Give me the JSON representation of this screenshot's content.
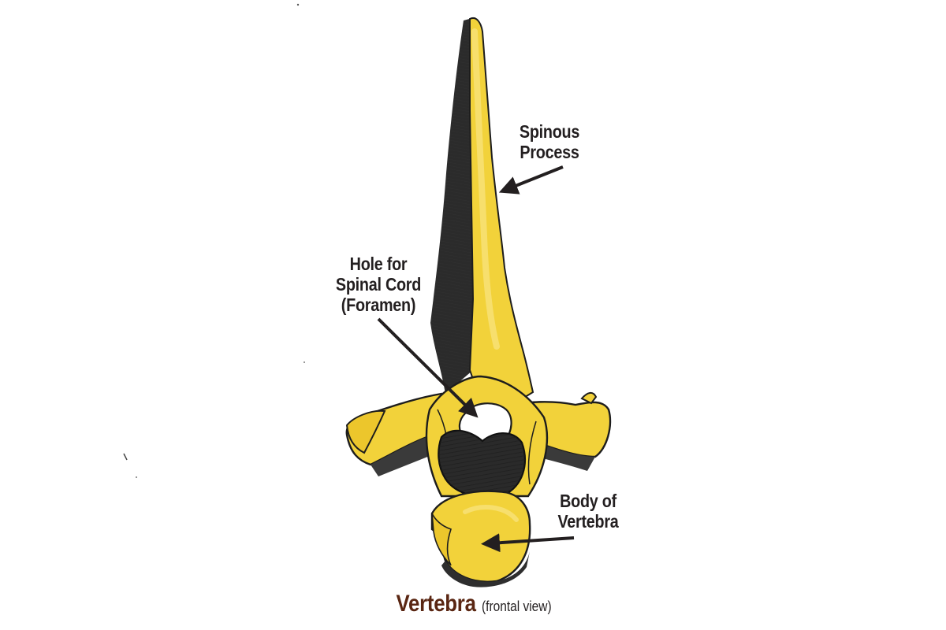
{
  "labels": {
    "spinous_line1": "Spinous",
    "spinous_line2": "Process",
    "hole_line1": "Hole for",
    "hole_line2": "Spinal Cord",
    "hole_line3": "(Foramen)",
    "body_line1": "Body of",
    "body_line2": "Vertebra"
  },
  "caption": {
    "title": "Vertebra",
    "subtitle": "(frontal view)"
  },
  "colors": {
    "bone_fill": "#f2d23a",
    "bone_highlight": "#f7e27a",
    "shadow_ink": "#2a2a2a",
    "caption_title": "#5a2612",
    "label_text": "#231f20"
  },
  "icons": {
    "spinous_arrow": "arrow-icon",
    "hole_arrow": "arrow-icon",
    "body_arrow": "arrow-icon"
  }
}
